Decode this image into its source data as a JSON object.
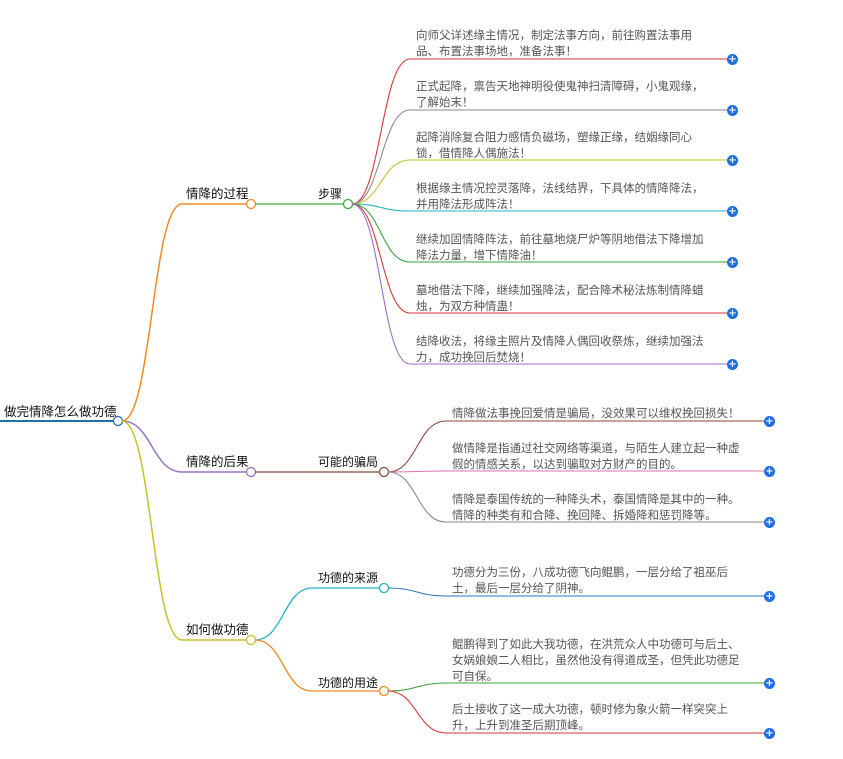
{
  "root": {
    "label": "做完情降怎么做功德"
  },
  "branches": [
    {
      "label": "情降的过程",
      "color": "#f08a24",
      "children": [
        {
          "label": "步骤",
          "color": "#3cab3c",
          "leaves": [
            {
              "lines": [
                "向师父详述缘主情况，制定法事方向，前往购置法事用",
                "品、布置法事场地，准备法事！"
              ],
              "color": "#d63a3a"
            },
            {
              "lines": [
                "正式起降，禀告天地神明役使鬼神扫清障碍，小鬼观缘，",
                "了解始末！"
              ],
              "color": "#8a8a8a"
            },
            {
              "lines": [
                "起降消除复合阻力感情负磁场，塑缘正缘，结姻缘同心",
                "锁，借情降人偶施法！"
              ],
              "color": "#c8c228"
            },
            {
              "lines": [
                "根据缘主情况控灵落降，法线结界，下具体的情降降法，",
                "并用降法形成阵法！"
              ],
              "color": "#22b5c8"
            },
            {
              "lines": [
                "继续加固情降阵法，前往墓地烧尸炉等阴地借法下降增加",
                "降法力量，增下情降油！"
              ],
              "color": "#3aa33a"
            },
            {
              "lines": [
                "墓地借法下降，继续加强降法，配合降术秘法炼制情降蜡",
                "烛，为双方种情蛊！"
              ],
              "color": "#d63a3a"
            },
            {
              "lines": [
                "结降收法，将缘主照片及情降人偶回收祭炼，继续加强法",
                "力，成功挽回后焚烧！"
              ],
              "color": "#9b6fc8"
            }
          ]
        }
      ]
    },
    {
      "label": "情降的后果",
      "color": "#9b6fc8",
      "children": [
        {
          "label": "可能的骗局",
          "color": "#8b4a3a",
          "leaves": [
            {
              "lines": [
                "情降做法事挽回爱情是骗局，没效果可以维权挽回损失！"
              ],
              "color": "#8b4a3a"
            },
            {
              "lines": [
                "做情降是指通过社交网络等渠道，与陌生人建立起一种虚",
                "假的情感关系，以达到骗取对方财产的目的。"
              ],
              "color": "#e070b0"
            },
            {
              "lines": [
                "情降是泰国传统的一种降头术，泰国情降是其中的一种。",
                "情降的种类有和合降、挽回降、拆婚降和惩罚降等。"
              ],
              "color": "#8a8a8a"
            }
          ]
        }
      ]
    },
    {
      "label": "如何做功德",
      "color": "#c8c228",
      "children": [
        {
          "label": "功德的来源",
          "color": "#22b5c8",
          "leaves": [
            {
              "lines": [
                "功德分为三份，八成功德飞向鲲鹏，一层分给了祖巫后",
                "土，最后一层分给了阴神。"
              ],
              "color": "#2a78c0"
            }
          ]
        },
        {
          "label": "功德的用途",
          "color": "#f08a24",
          "leaves": [
            {
              "lines": [
                "鲲鹏得到了如此大我功德，在洪荒众人中功德可与后土、",
                "女娲娘娘二人相比，虽然他没有得道成圣，但凭此功德足",
                "可自保。"
              ],
              "color": "#3aa33a"
            },
            {
              "lines": [
                "后土接收了这一成大功德，顿时修为象火箭一样突突上",
                "升，上升到准圣后期顶峰。"
              ],
              "color": "#d63a3a"
            }
          ]
        }
      ]
    }
  ]
}
